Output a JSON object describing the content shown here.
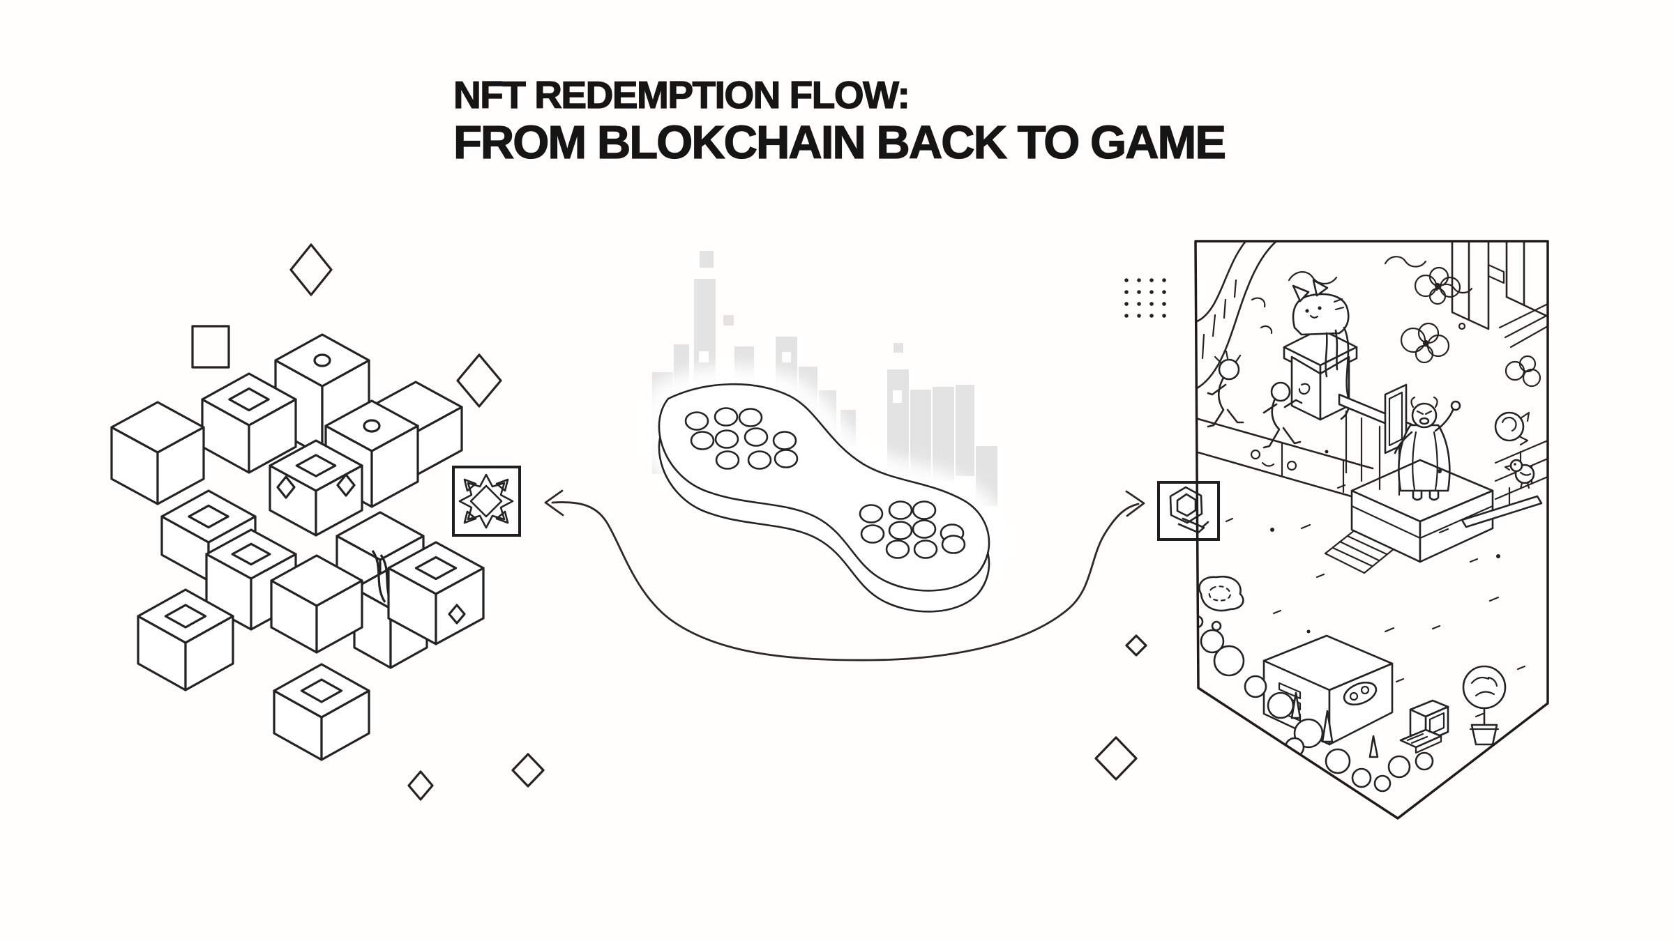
{
  "title": {
    "line1": "NFT REDEMPTION FLOW:",
    "line2": "FROM BLOKCHAIN BACK TO GAME"
  },
  "flow": {
    "left_node": {
      "id": "blockchain-blocks",
      "depicts": "isometric blockchain cubes with diamond and circle marks",
      "badge_icon": "starburst-gem-icon"
    },
    "center_node": {
      "id": "nft-game-controller",
      "depicts": "glowing game controller over pixel city skyline"
    },
    "right_node": {
      "id": "game-world-scene",
      "depicts": "isometric game world with hero, cat statue, stairs, house, arcade and trees",
      "badge_icon": "hexagon-token-icon"
    },
    "arrows": [
      {
        "from": "center",
        "to": "left",
        "direction": "left"
      },
      {
        "from": "center",
        "to": "right",
        "direction": "right"
      }
    ]
  },
  "colors": {
    "background": "#ffffff",
    "ink": "#242424",
    "skyline_gray": "#e3e3e3"
  }
}
